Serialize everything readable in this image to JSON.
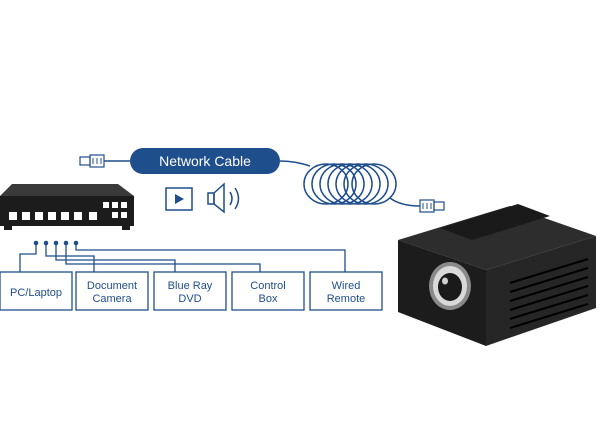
{
  "diagram": {
    "cable_label": "Network Cable",
    "colors": {
      "accent": "#1f4e8c",
      "device_dark": "#1c1c1c",
      "device_mid": "#2b2b2b",
      "device_light": "#d9d9d9"
    },
    "inputs": [
      {
        "id": "pc-laptop",
        "lines": [
          "PC/Laptop"
        ]
      },
      {
        "id": "document-camera",
        "lines": [
          "Document",
          "Camera"
        ]
      },
      {
        "id": "blu-ray-dvd",
        "lines": [
          "Blue Ray",
          "DVD"
        ]
      },
      {
        "id": "control-box",
        "lines": [
          "Control",
          "Box"
        ]
      },
      {
        "id": "wired-remote",
        "lines": [
          "Wired",
          "Remote"
        ]
      }
    ],
    "icons": [
      "video-play-icon",
      "speaker-icon"
    ]
  }
}
